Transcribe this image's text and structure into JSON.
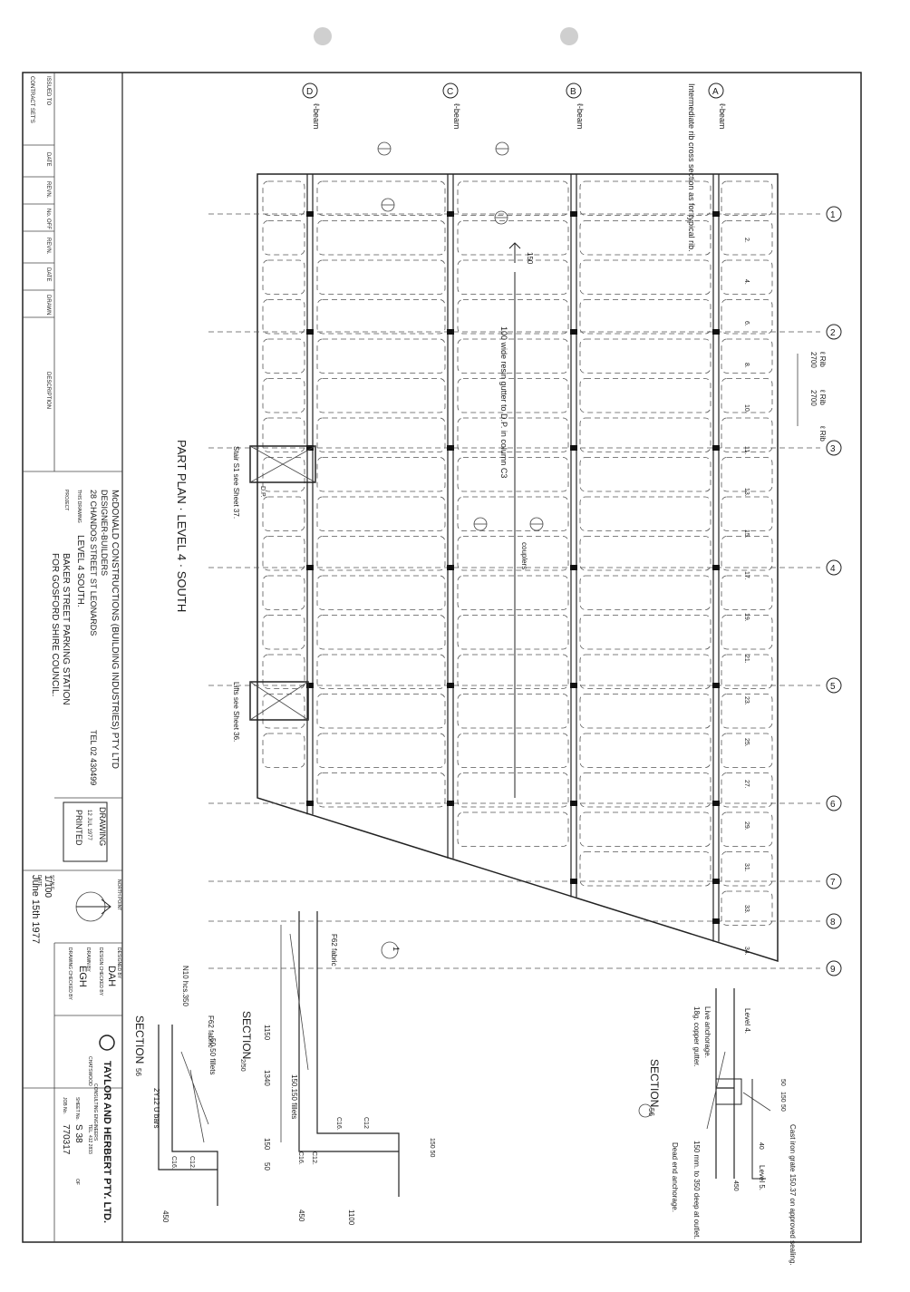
{
  "title_block": {
    "contract_sets": "CONTRACT SET'S",
    "rev_header": [
      "ISSUED TO",
      "DATE",
      "REVN.",
      "No. OFF",
      "REVN.",
      "DATE",
      "DRAWN",
      "DESCRIPTION"
    ],
    "builder_line1": "McDONALD CONSTRUCTIONS (BUILDING INDUSTRIES) PTY LTD",
    "builder_line2": "DESIGNER-BUILDERS",
    "builder_line3": "28 CHANDOS  STREET  ST LEONARDS",
    "builder_tel": "TEL 02  430499",
    "this_drawing_label": "THIS DRAWING",
    "this_drawing": "LEVEL 4 SOUTH.",
    "project_label": "PROJECT",
    "project_line1": "BAKER STREET PARKING STATION",
    "project_line2": "FOR GOSFORD SHIRE COUNCIL.",
    "stamp_top": "DRAWING",
    "stamp_date": "12 JUL 1977",
    "stamp_bottom": "PRINTED",
    "north_label": "NORTH POINT",
    "scale_label": "SCALE",
    "scale": "1/100",
    "date_label": "DATE",
    "date": "June 15th 1977",
    "designed_by_label": "DESIGNED BY",
    "designed_by": "DAH",
    "design_checked_label": "DESIGN CHECKED BY",
    "drawn_by_label": "DRAWN BY",
    "drawn_by": "EGH",
    "drawing_checked_label": "DRAWING CHECKED BY",
    "firm": "TAYLOR AND HERBERT PTY. LTD.",
    "firm_sub": "CONSULTING ENGINEERS",
    "firm_city": "CHATSWOOD",
    "firm_tel": "TEL. 412 2833",
    "sheet_label": "SHEET No.",
    "sheet_no": "S 38",
    "of_label": "OF",
    "job_label": "JOB No.",
    "job_no": "770317"
  },
  "plan": {
    "title": "PART PLAN · LEVEL 4 · SOUTH",
    "beam_lines": [
      {
        "tag": "A",
        "label": "ℓ-beam"
      },
      {
        "tag": "B",
        "label": "ℓ-beam"
      },
      {
        "tag": "C",
        "label": "ℓ-beam"
      },
      {
        "tag": "D",
        "label": "ℓ-beam"
      }
    ],
    "grid_tags": [
      "1",
      "2",
      "3",
      "4",
      "5",
      "6",
      "7",
      "8",
      "9"
    ],
    "rib_dims": [
      "ℓ Rib",
      "2700",
      "ℓ Rib",
      "2700",
      "ℓ Rib"
    ],
    "intermediate_note": "Intermediate rib cross section as for typical rib.",
    "gutter_note": "100 wide resin gutter to D.P. in column C3",
    "dim_150": "150",
    "stair_note": "Stair S1 see Sheet 37.",
    "lifts_note": "Lifts see Sheet 36.",
    "dp_label": "D.P.",
    "couplers_label": "couplers",
    "rib_numbers": [
      "2.",
      "4.",
      "6.",
      "8.",
      "10.",
      "11.",
      "13.",
      "15.",
      "17.",
      "19.",
      "21.",
      "23.",
      "25.",
      "27.",
      "29.",
      "31.",
      "33.",
      "34."
    ]
  },
  "section_top": {
    "title": "SECTION",
    "mark": "56",
    "level4": "Level 4.",
    "level5": "Level 5.",
    "dim_a": "50",
    "dim_b": "150",
    "dim_c": "50",
    "dim_40": "40",
    "dim_450": "450",
    "grate": "Cast iron grate 150.37 on approved sealing.",
    "live": "Live anchorage.",
    "gutter": "18g. copper gutter.",
    "outlet": "150 mm. to 350 deep at outlet.",
    "dead": "Dead end anchorage."
  },
  "section_mid": {
    "title": "SECTION",
    "mark": "2/50",
    "tag": "1",
    "fabric": "F62 fabric",
    "fillets": "150.150 fillets",
    "d1": "1150",
    "d2": "1340",
    "d3": "150",
    "d4": "50",
    "d5": "450",
    "d6": "1100",
    "c1": "C16.",
    "c2": "C12",
    "c3": "C16.",
    "c4": "C12.",
    "c5": "150 50"
  },
  "section_bot": {
    "title": "SECTION",
    "mark": "56",
    "fabric": "F62 fabric",
    "tie": "N10 hcs.350",
    "fillets": "50.50 fillets",
    "ubars": "2Y12 U bars",
    "c1": "C12.",
    "c2": "C16.",
    "d1": "450"
  }
}
